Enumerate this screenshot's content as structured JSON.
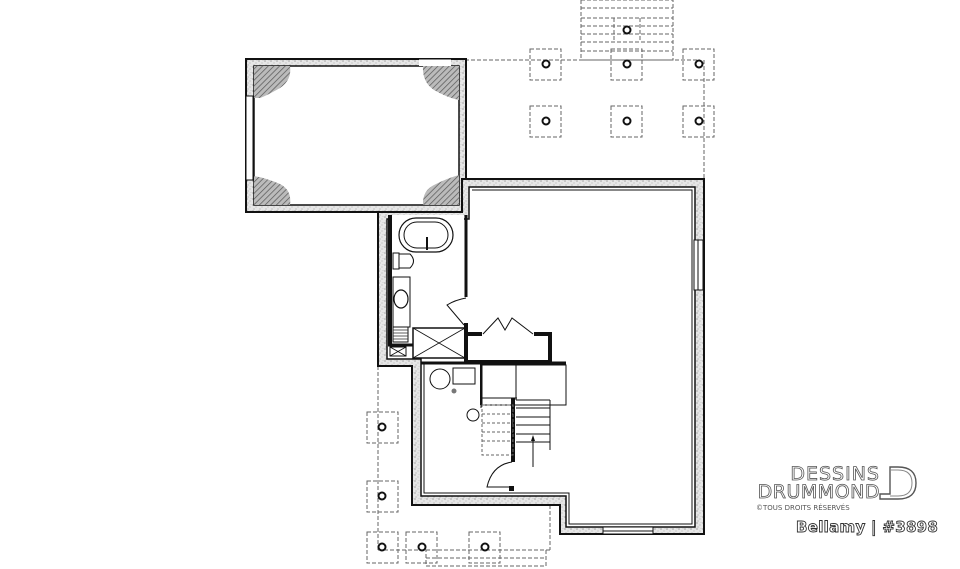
{
  "diagram": {
    "type": "floor-plan",
    "level": "basement",
    "colors": {
      "wall": "#111111",
      "concrete_fill": "#d8d8d8",
      "hatch": "#555555",
      "dashed": "#666666",
      "background": "#ffffff"
    },
    "rooms": [
      {
        "name": "cold-room",
        "label": ""
      },
      {
        "name": "bathroom",
        "label": ""
      },
      {
        "name": "family-room",
        "label": ""
      },
      {
        "name": "mechanical-room",
        "label": ""
      },
      {
        "name": "storage-closet",
        "label": ""
      },
      {
        "name": "stairs",
        "label": ""
      }
    ],
    "fixtures": [
      "bathtub",
      "toilet",
      "sink",
      "shower",
      "water-heater",
      "furnace",
      "floor-drain",
      "laundry-tub"
    ]
  },
  "branding": {
    "company_line1": "DESSINS",
    "company_line2": "DRUMMOND",
    "copyright": "©TOUS DROITS RÉSERVÉS",
    "plan_name": "Bellamy | #3898"
  }
}
